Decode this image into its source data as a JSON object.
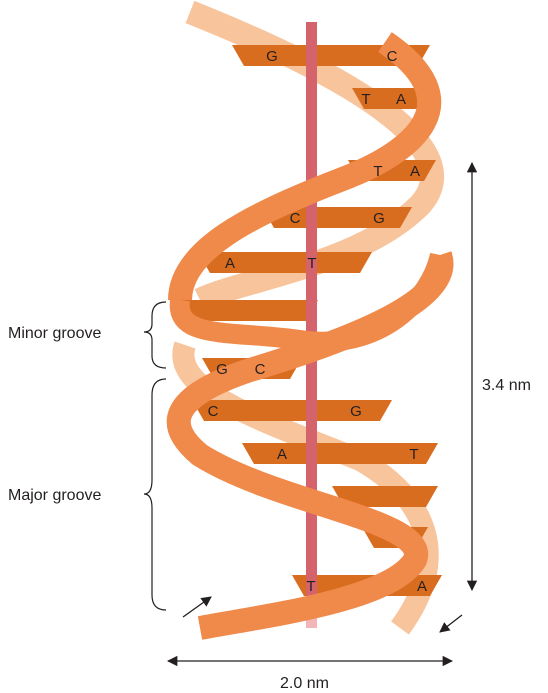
{
  "labels": {
    "minor_groove": "Minor groove",
    "major_groove": "Major groove",
    "pitch": "3.4 nm",
    "width": "2.0 nm"
  },
  "base_pairs": [
    {
      "left": "G",
      "right": "C"
    },
    {
      "left": "T",
      "right": "A"
    },
    {
      "left": "T",
      "right": "A"
    },
    {
      "left": "C",
      "right": "G"
    },
    {
      "left": "A",
      "right": "T"
    },
    {
      "left": "",
      "right": ""
    },
    {
      "left": "G",
      "right": "C"
    },
    {
      "left": "C",
      "right": "G"
    },
    {
      "left": "A",
      "right": "T"
    },
    {
      "left": "",
      "right": ""
    },
    {
      "left": "",
      "right": ""
    },
    {
      "left": "T",
      "right": "A"
    }
  ],
  "colors": {
    "backbone_front": "#f08a4b",
    "backbone_back": "#f8c49c",
    "rung": "#d96d1f",
    "axis": "#d5636b",
    "axis_light": "#f2b6b8",
    "text": "#231f20"
  }
}
